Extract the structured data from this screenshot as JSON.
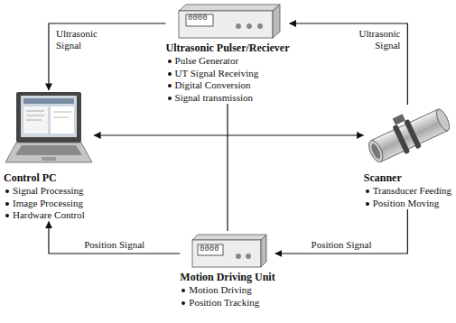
{
  "diagram": {
    "nodes": [
      {
        "text": [
          "Ultrasonic Pulser/Reciever",
          "Pulse Generator",
          "UT Signal Receiving",
          "Digital Conversion",
          "Signal transmission"
        ]
      },
      {
        "text": [
          "Control PC",
          "Signal Processing",
          "Image Processing",
          "Hardware Control"
        ]
      },
      {
        "text": [
          "Scanner",
          "Transducer Feeding",
          "Position Moving"
        ]
      },
      {
        "text": [
          "Motion Driving Unit",
          "Motion Driving",
          "Position Tracking"
        ]
      }
    ],
    "edges": [
      {
        "from": 0,
        "to": 1,
        "arrow": "to",
        "label": "Ultrasonic Signal"
      },
      {
        "from": 2,
        "to": 0,
        "arrow": "to",
        "label": "Ultrasonic Signal"
      },
      {
        "from": 1,
        "to": 2,
        "arrow": "both"
      },
      {
        "from": 0,
        "to": 3,
        "arrow": "none"
      },
      {
        "from": 3,
        "to": 1,
        "arrow": "to",
        "label": "Position Signal"
      },
      {
        "from": 2,
        "to": 3,
        "arrow": "to",
        "label": "Position Signal"
      }
    ],
    "labels": [
      "0000",
      "0000"
    ]
  }
}
